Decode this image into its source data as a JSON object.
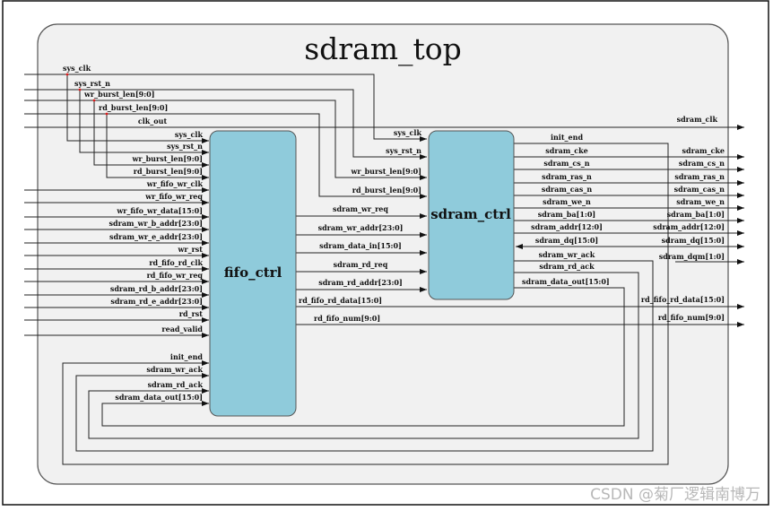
{
  "title": "sdram_top",
  "modules": {
    "fifo_ctrl": "fifo_ctrl",
    "sdram_ctrl": "sdram_ctrl"
  },
  "top_inputs": [
    "sys_clk",
    "sys_rst_n",
    "wr_burst_len[9:0]",
    "rd_burst_len[9:0]",
    "clk_out"
  ],
  "fifo_inputs": [
    "sys_clk",
    "sys_rst_n",
    "wr_burst_len[9:0]",
    "rd_burst_len[9:0]",
    "wr_fifo_wr_clk",
    "wr_fifo_wr_req",
    "wr_fifo_wr_data[15:0]",
    "sdram_wr_b_addr[23:0]",
    "sdram_wr_e_addr[23:0]",
    "wr_rst",
    "rd_fifo_rd_clk",
    "rd_fifo_wr_req",
    "sdram_rd_b_addr[23:0]",
    "sdram_rd_e_addr[23:0]",
    "rd_rst",
    "read_valid",
    "init_end",
    "sdram_wr_ack",
    "sdram_rd_ack",
    "sdram_data_out[15:0]"
  ],
  "sdram_inputs": [
    "sys_clk",
    "sys_rst_n",
    "wr_burst_len[9:0]",
    "rd_burst_len[9:0]",
    "sdram_wr_req",
    "sdram_wr_addr[23:0]",
    "sdram_data_in[15:0]",
    "sdram_rd_req",
    "sdram_rd_addr[23:0]"
  ],
  "fifo_outputs": [
    "rd_fifo_rd_data[15:0]",
    "rd_fifo_num[9:0]"
  ],
  "sdram_outputs": [
    "init_end",
    "sdram_cke",
    "sdram_cs_n",
    "sdram_ras_n",
    "sdram_cas_n",
    "sdram_we_n",
    "sdram_ba[1:0]",
    "sdram_addr[12:0]",
    "sdram_dq[15:0]",
    "sdram_wr_ack",
    "sdram_rd_ack",
    "sdram_data_out[15:0]"
  ],
  "top_outputs": [
    "sdram_clk",
    "sdram_cke",
    "sdram_cs_n",
    "sdram_ras_n",
    "sdram_cas_n",
    "sdram_we_n",
    "sdram_ba[1:0]",
    "sdram_addr[12:0]",
    "sdram_dq[15:0]",
    "sdram_dqm[1:0]",
    "rd_fifo_rd_data[15:0]",
    "rd_fifo_num[9:0]"
  ],
  "colors": {
    "module_fill": "#8fcbdb",
    "top_fill": "#f1f1f1",
    "tap_dot": "#e02020"
  },
  "watermark": "CSDN @菊厂逻辑南博万"
}
